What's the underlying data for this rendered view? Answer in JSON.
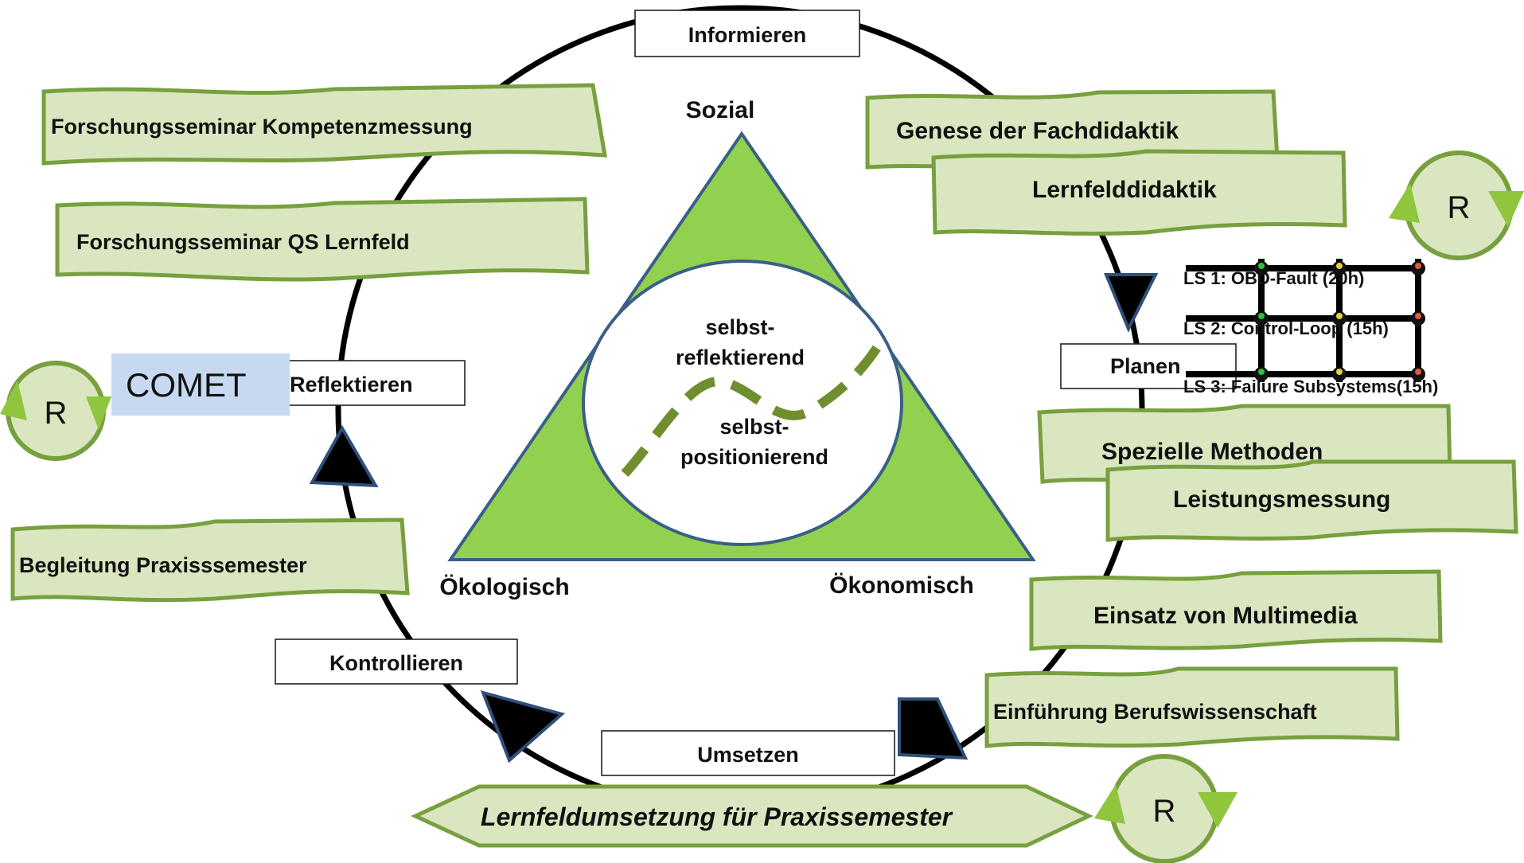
{
  "cycle_steps": {
    "informieren": "Informieren",
    "planen": "Planen",
    "umsetzen": "Umsetzen",
    "kontrollieren": "Kontrollieren",
    "reflektieren": "Reflektieren"
  },
  "triangle": {
    "top": "Sozial",
    "left": "Ökologisch",
    "right": "Ökonomisch",
    "inner_upper": [
      "selbst-",
      "reflektierend"
    ],
    "inner_lower": [
      "selbst-",
      "positionierend"
    ]
  },
  "banners": {
    "forschung_kompetenz": "Forschungsseminar Kompetenzmessung",
    "forschung_qs": "Forschungsseminar QS Lernfeld",
    "begleitung": "Begleitung Praxisssemester",
    "genese": "Genese der Fachdidaktik",
    "lernfelddidaktik": "Lernfelddidaktik",
    "spezielle_methoden": "Spezielle Methoden",
    "leistungsmessung": "Leistungsmessung",
    "multimedia": "Einsatz von Multimedia",
    "berufswissenschaft": "Einführung Berufswissenschaft"
  },
  "bottom_banner": "Lernfeldumsetzung für Praxissemester",
  "comet_label": "COMET",
  "r_label": "R",
  "ls_grid": {
    "rows": [
      "LS 1: OBD-Fault (20h)",
      "LS 2: Control-Loop (15h)",
      "LS 3: Failure Subsystems(15h)"
    ],
    "dot_colors": [
      "#2fbf3a",
      "#e2d13a",
      "#e05a3a"
    ]
  },
  "colors": {
    "triangle_fill": "#92d050",
    "banner_fill": "#d9e6bf",
    "banner_border": "#78a03f",
    "comet_fill": "#c6d9f0",
    "dashed_line": "#6f8f2f"
  }
}
